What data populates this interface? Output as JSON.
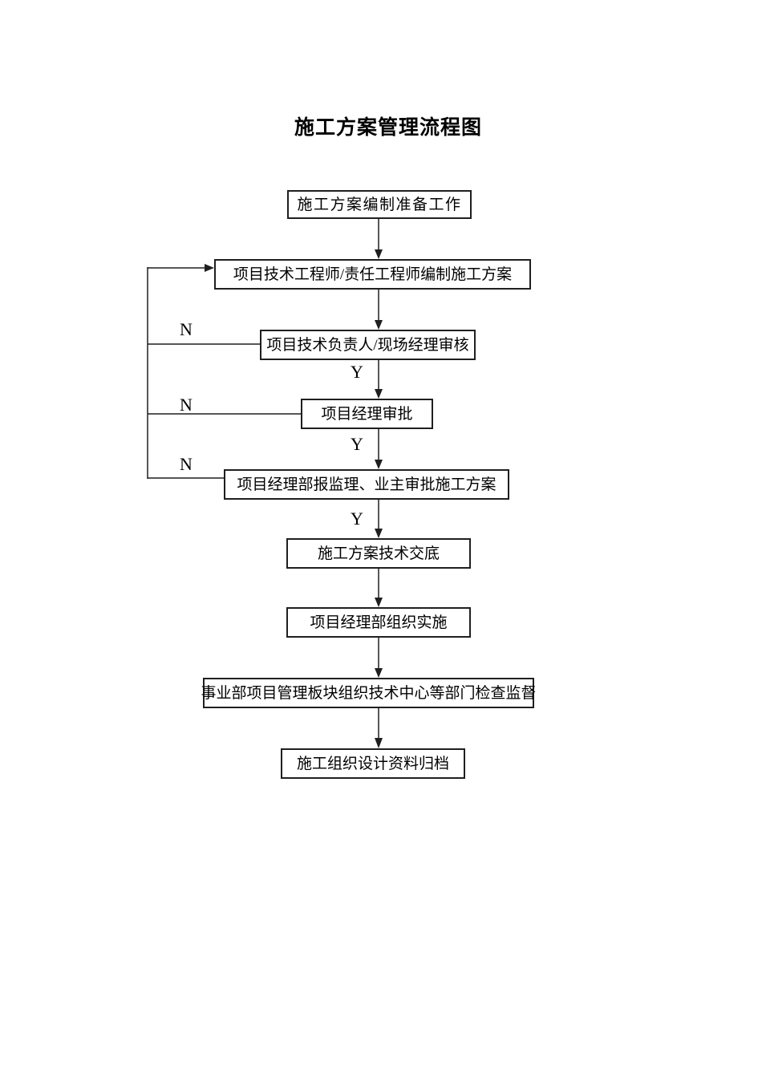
{
  "document": {
    "title": "施工方案管理流程图"
  },
  "flowchart": {
    "nodes": [
      {
        "label": "施工方案编制准备工作"
      },
      {
        "label": "项目技术工程师/责任工程师编制施工方案"
      },
      {
        "label": "项目技术负责人/现场经理审核"
      },
      {
        "label": "项目经理审批"
      },
      {
        "label": "项目经理部报监理、业主审批施工方案"
      },
      {
        "label": "施工方案技术交底"
      },
      {
        "label": "项目经理部组织实施"
      },
      {
        "label": "事业部项目管理板块组织技术中心等部门检查监督"
      },
      {
        "label": "施工组织设计资料归档"
      }
    ],
    "branch_labels": {
      "yes": "Y",
      "no": "N"
    }
  },
  "colors": {
    "line": "#1f1f1f",
    "text": "#000000",
    "background": "#ffffff"
  }
}
